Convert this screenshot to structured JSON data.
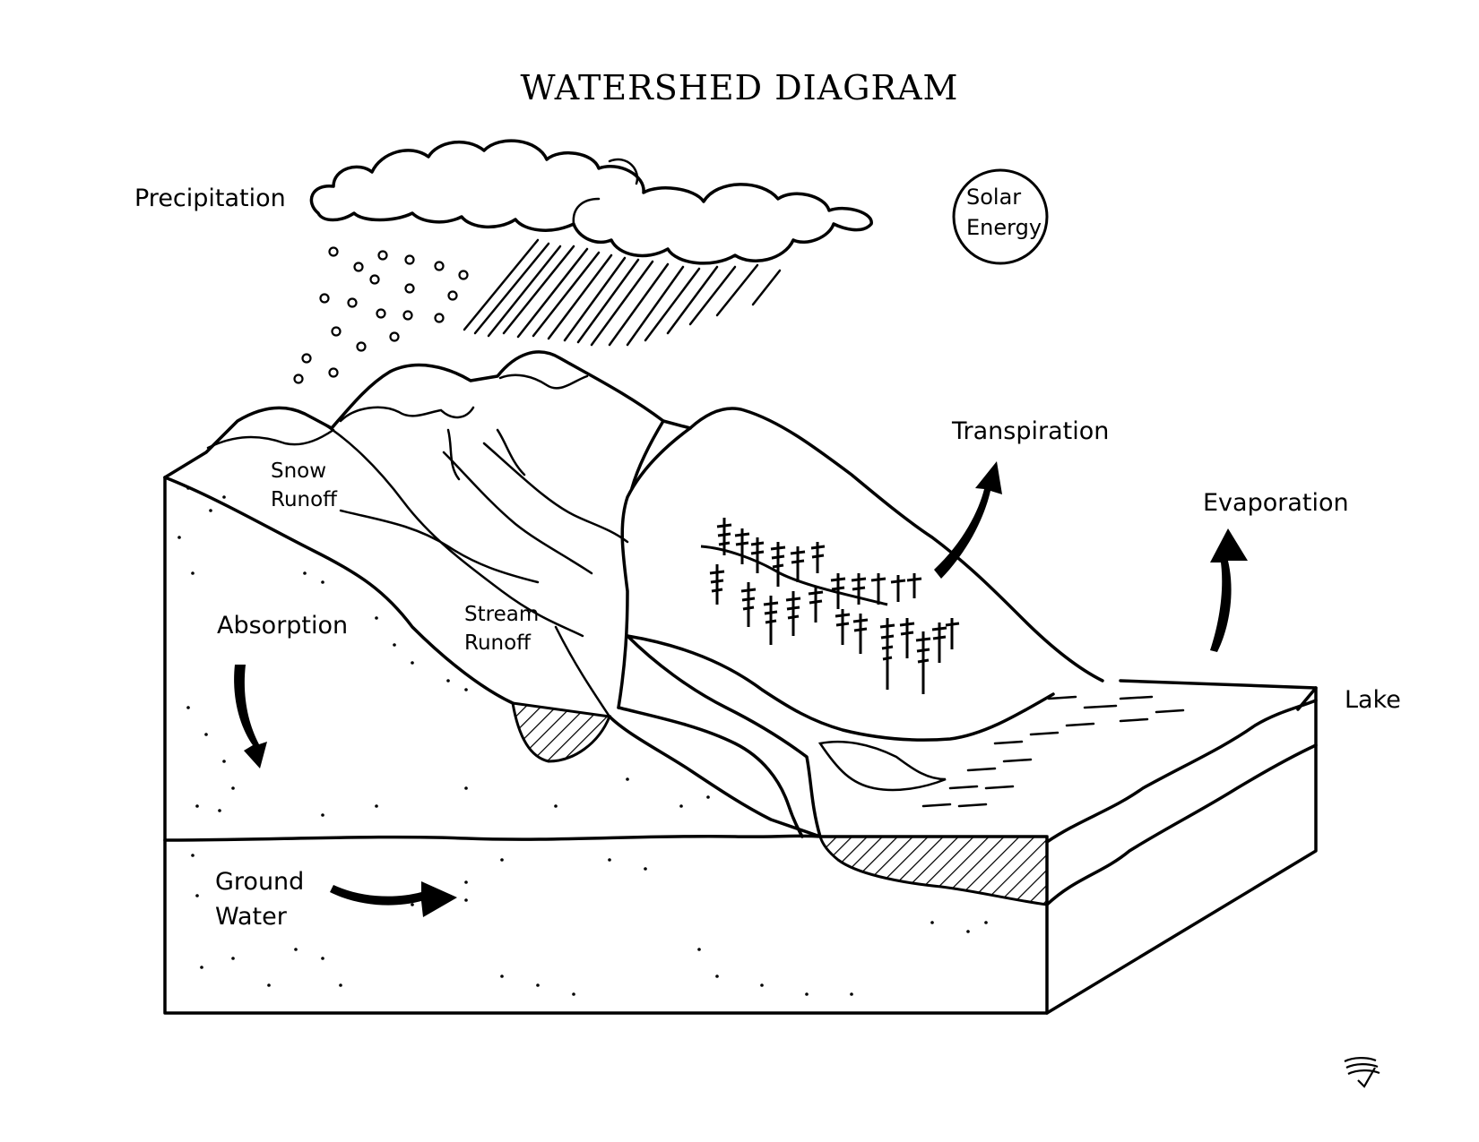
{
  "title": "WATERSHED DIAGRAM",
  "labels": {
    "precipitation": "Precipitation",
    "solar_line1": "Solar",
    "solar_line2": "Energy",
    "transpiration": "Transpiration",
    "evaporation": "Evaporation",
    "snow_line1": "Snow",
    "snow_line2": "Runoff",
    "stream_line1": "Stream",
    "stream_line2": "Runoff",
    "absorption": "Absorption",
    "lake": "Lake",
    "ground_line1": "Ground",
    "ground_line2": "Water"
  },
  "icons": {
    "logo": "flag-logo-icon",
    "arrow_color": "#000000"
  }
}
